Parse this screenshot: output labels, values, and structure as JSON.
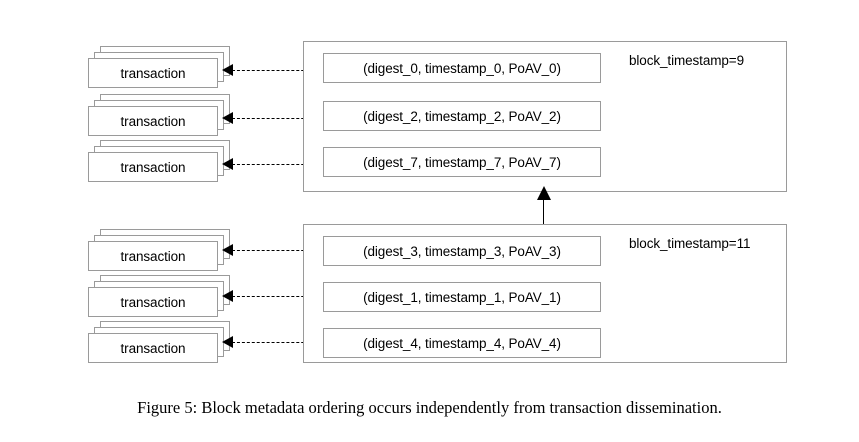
{
  "figure": {
    "caption": "Figure 5: Block metadata ordering occurs independently from transaction dissemination.",
    "colors": {
      "box_border": "#9a9a9a",
      "arrow": "#000000",
      "text": "#000000",
      "background": "#ffffff"
    }
  },
  "transaction_stacks": [
    {
      "label": "transaction"
    },
    {
      "label": "transaction"
    },
    {
      "label": "transaction"
    },
    {
      "label": "transaction"
    },
    {
      "label": "transaction"
    },
    {
      "label": "transaction"
    }
  ],
  "blocks": [
    {
      "timestamp_label": "block_timestamp=9",
      "metadata": [
        {
          "text": "(digest_0, timestamp_0, PoAV_0)"
        },
        {
          "text": "(digest_2, timestamp_2, PoAV_2)"
        },
        {
          "text": "(digest_7, timestamp_7, PoAV_7)"
        }
      ]
    },
    {
      "timestamp_label": "block_timestamp=11",
      "metadata": [
        {
          "text": "(digest_3, timestamp_3, PoAV_3)"
        },
        {
          "text": "(digest_1, timestamp_1, PoAV_1)"
        },
        {
          "text": "(digest_4, timestamp_4, PoAV_4)"
        }
      ]
    }
  ]
}
